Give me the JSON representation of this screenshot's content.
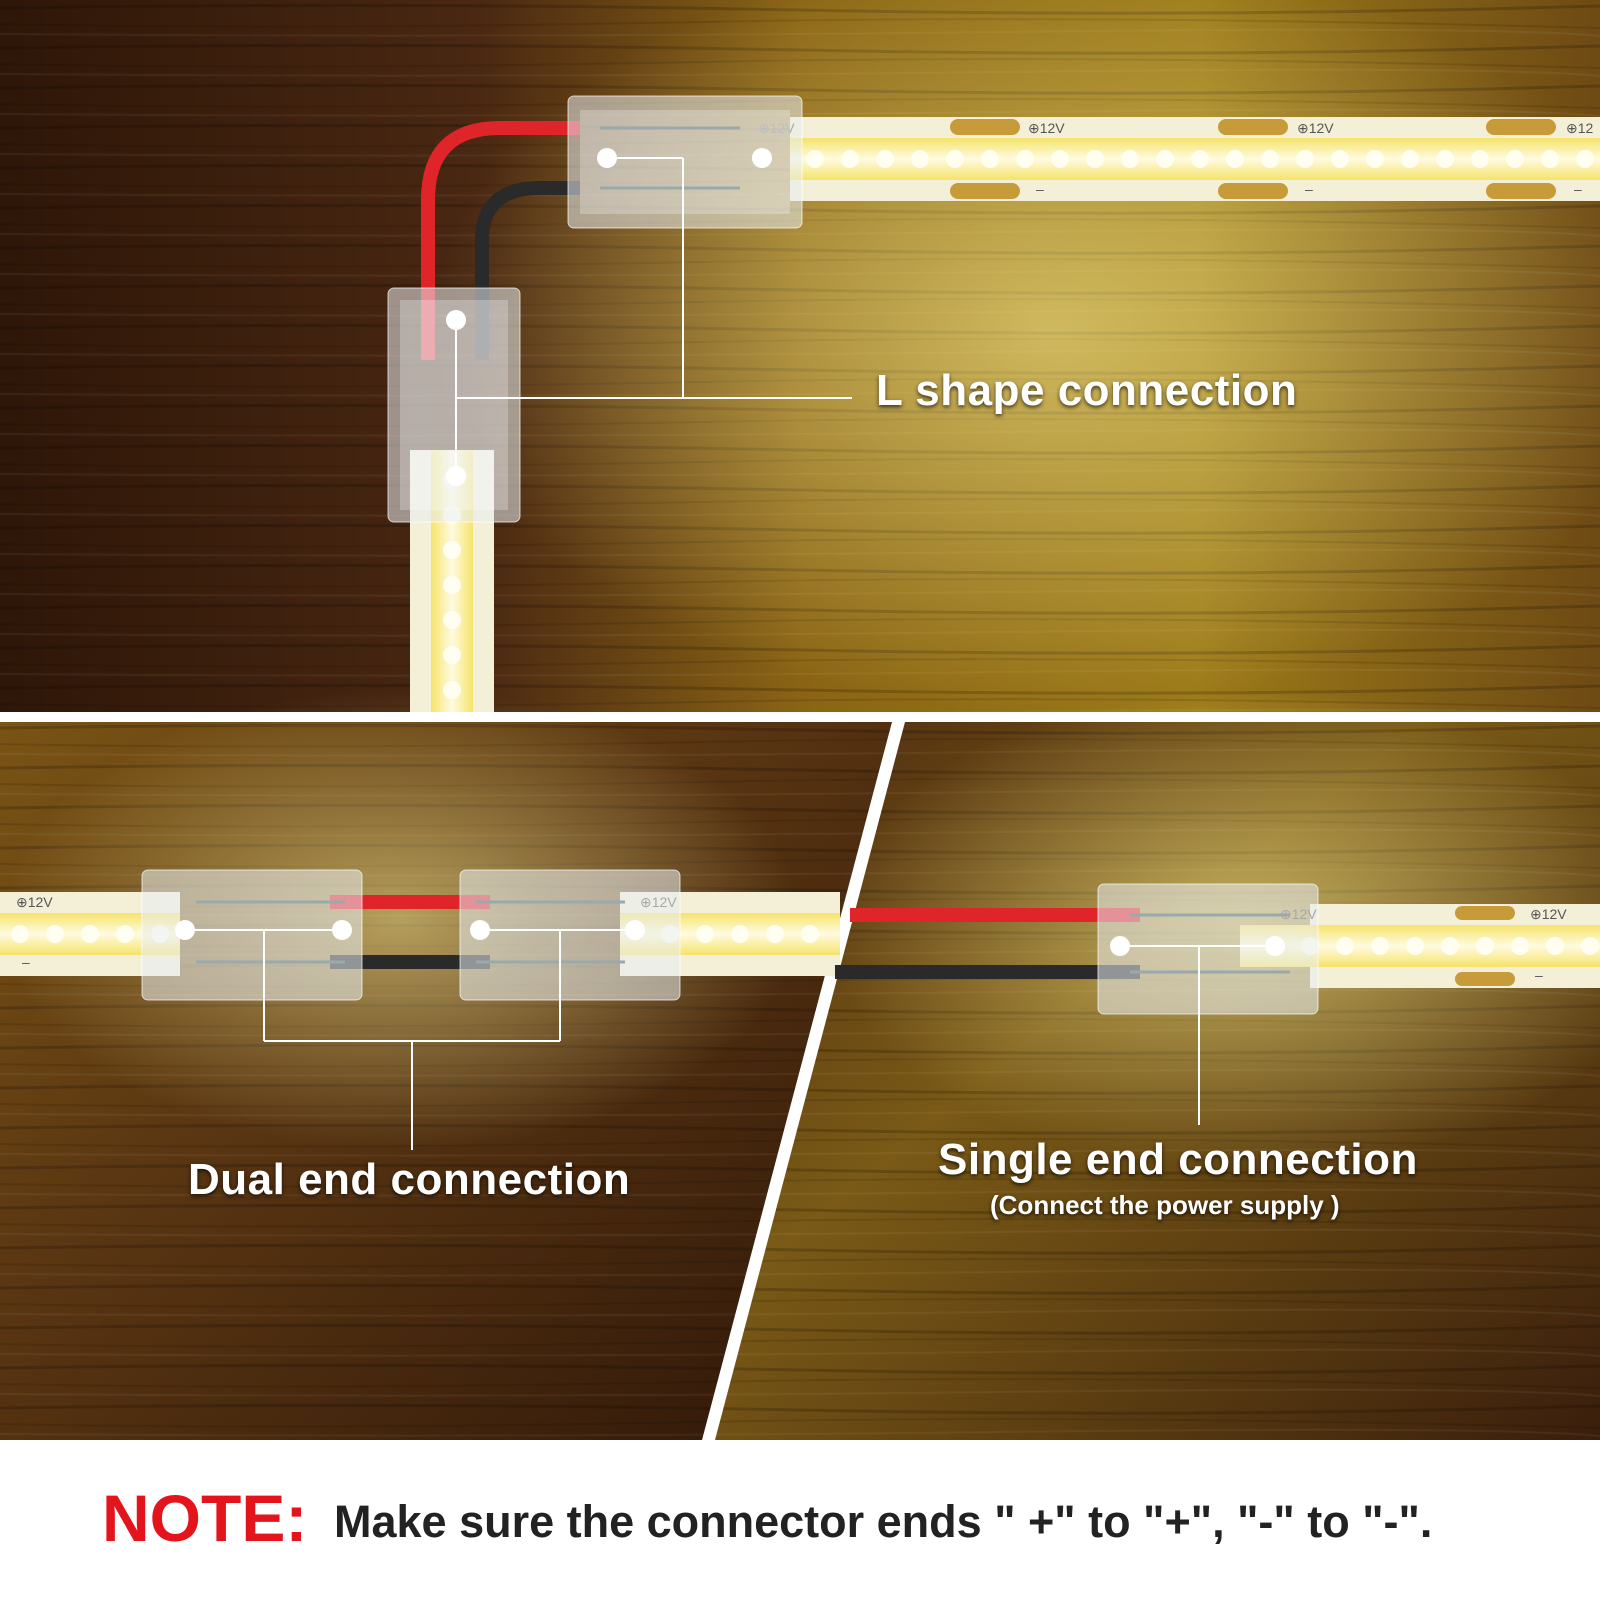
{
  "labels": {
    "l_shape": "L shape connection",
    "dual_end": "Dual end connection",
    "single_end": "Single end connection",
    "single_end_sub": "(Connect the power supply )"
  },
  "note": {
    "label": "NOTE:",
    "text": "Make sure the connector ends \" +\" to \"+\", \"-\" to \"-\"."
  },
  "strip_marks": {
    "positive": "⊕12V",
    "positive_cut": "⊕12",
    "negative": "–"
  },
  "colors": {
    "note_red": "#e4141c",
    "wire_red": "#e0252a",
    "wire_black": "#2a2a2a",
    "led_glow": "#fff6b0",
    "wood_dark": "#3b200f",
    "wood_light": "#b0861c"
  },
  "icons": [
    "led-strip",
    "connector-clip",
    "red-wire",
    "black-wire"
  ]
}
